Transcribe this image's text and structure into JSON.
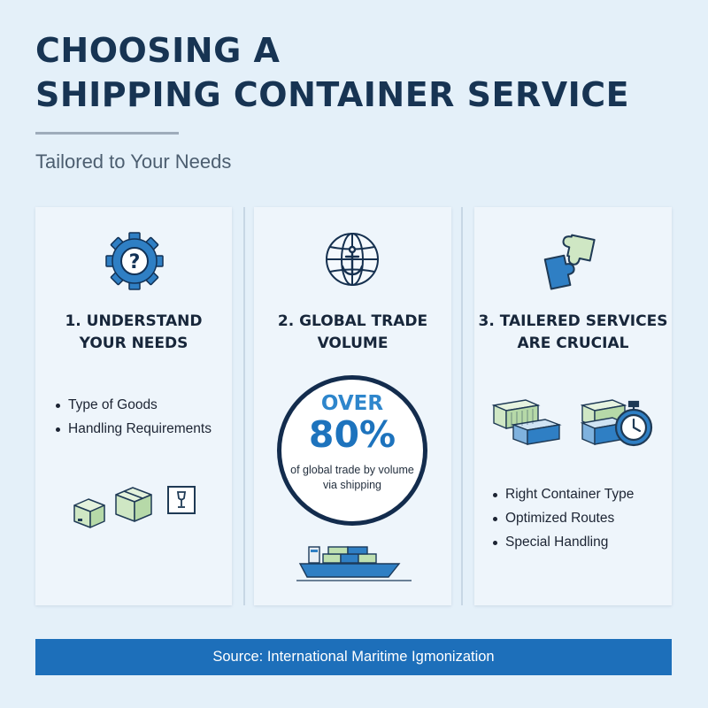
{
  "header": {
    "title_line1": "CHOOSING A",
    "title_line2": "SHIPPING CONTAINER SERVICE",
    "subtitle": "Tailored to Your Needs"
  },
  "panels": [
    {
      "heading_line1": "1. UNDERSTAND",
      "heading_line2": "YOUR NEEDS",
      "icon": "gear-question-icon",
      "bullets": [
        "Type of Goods",
        "Handling Requirements"
      ],
      "illustration_icons": [
        "box-icon",
        "box-icon",
        "fragile-sign-icon"
      ]
    },
    {
      "heading_line1": "2. GLOBAL TRADE",
      "heading_line2": "VOLUME",
      "icon": "globe-anchor-icon",
      "stat": {
        "prefix": "OVER",
        "value": "80%",
        "desc_line1": "of global trade by volume",
        "desc_line2": "via shipping"
      },
      "illustration_icons": [
        "cargo-ship-icon"
      ]
    },
    {
      "heading_line1": "3. TAILERED SERVICES",
      "heading_line2": "ARE CRUCIAL",
      "icon": "puzzle-icon",
      "bullets": [
        "Right Container Type",
        "Optimized Routes",
        "Special Handling"
      ],
      "illustration_icons": [
        "containers-icon",
        "stopwatch-icon"
      ]
    }
  ],
  "footer": {
    "source": "Source: International Maritime Igmonization"
  },
  "colors": {
    "background": "#e4f0f9",
    "navy": "#173453",
    "accent_blue": "#1d6fba",
    "green": "#cfe7c4"
  }
}
